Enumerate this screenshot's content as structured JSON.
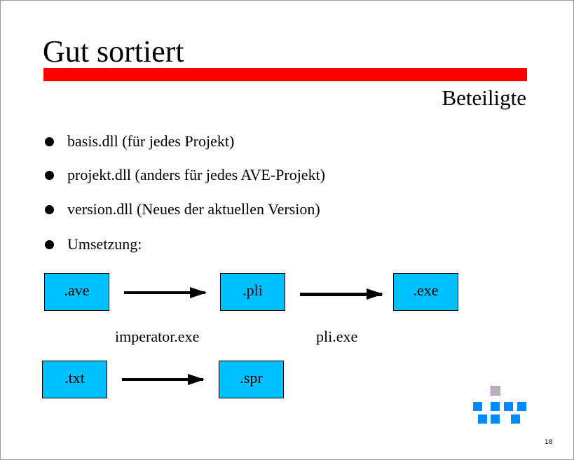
{
  "slide": {
    "title": "Gut sortiert",
    "subtitle": "Beteiligte",
    "bullets": [
      "basis.dll (für jedes Projekt)",
      "projekt.dll (anders für jedes AVE-Projekt)",
      "version.dll (Neues der aktuellen Version)",
      "Umsetzung:"
    ],
    "diagram": {
      "boxes": [
        ".ave",
        ".pli",
        ".exe",
        ".txt",
        ".spr"
      ],
      "labels": [
        "imperator.exe",
        "pli.exe"
      ]
    },
    "page_number": "18"
  },
  "colors": {
    "accent_bar": "#ff0000",
    "box_fill": "#00bfff",
    "logo_blue": "#0088ff",
    "logo_gray": "#b3b3b3"
  }
}
